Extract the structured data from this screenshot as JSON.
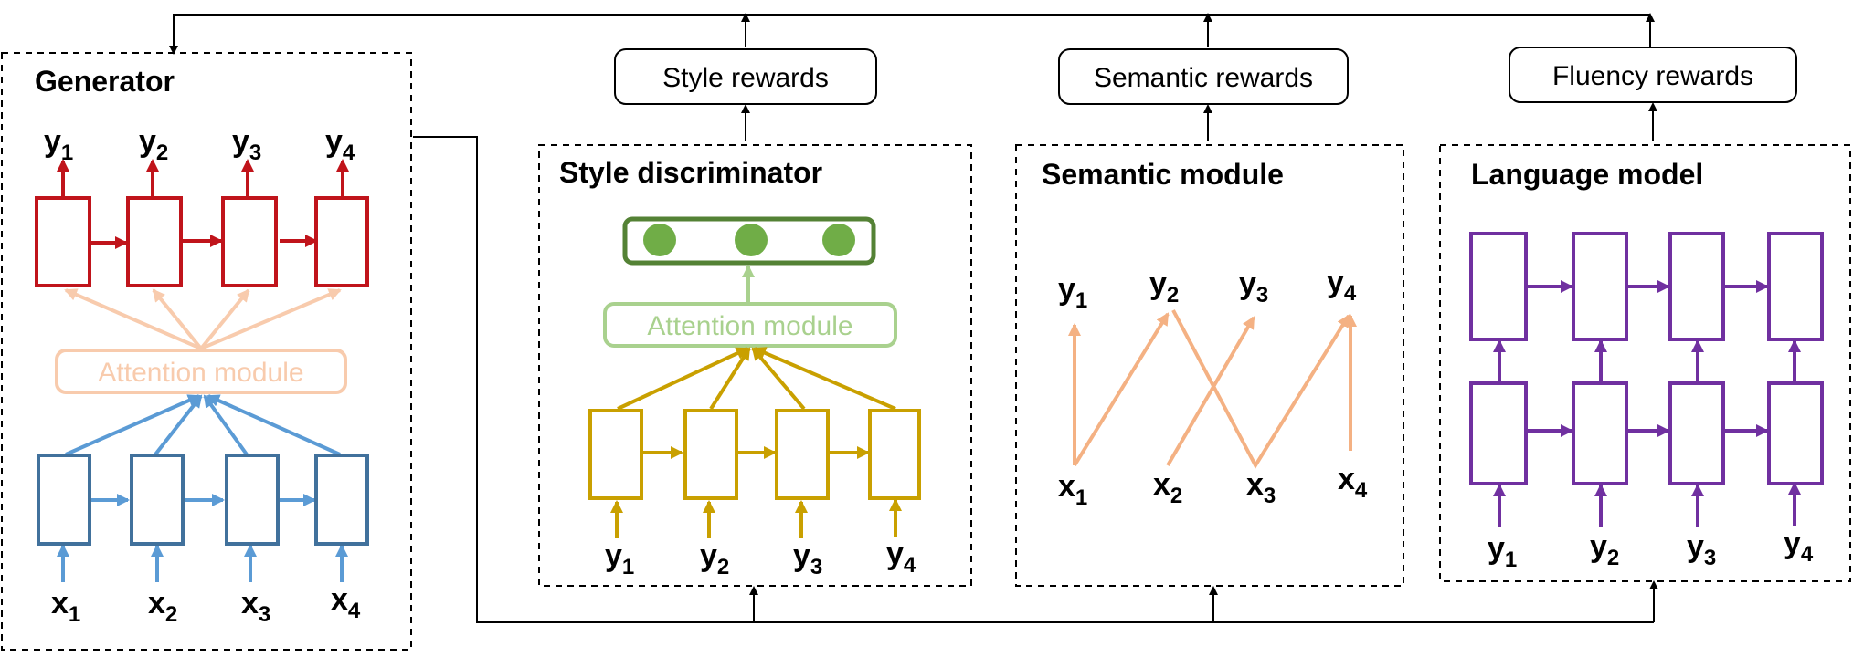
{
  "colors": {
    "generator_rnn": "#C0141B",
    "generator_encoder": "#41719C",
    "generator_attention": "#F8CBAD",
    "blue_arrow": "#5B9BD5",
    "style_rnn": "#C9A000",
    "style_attention": "#A9D18E",
    "style_classifier": "#548235",
    "style_dot": "#70AD47",
    "semantic_lines": "#F4B183",
    "lm_rnn": "#7030A0",
    "line": "#000000"
  },
  "generator": {
    "title": "Generator",
    "attention_label": "Attention module",
    "outputs": [
      {
        "var": "y",
        "sub": "1"
      },
      {
        "var": "y",
        "sub": "2"
      },
      {
        "var": "y",
        "sub": "3"
      },
      {
        "var": "y",
        "sub": "4"
      }
    ],
    "inputs": [
      {
        "var": "x",
        "sub": "1"
      },
      {
        "var": "x",
        "sub": "2"
      },
      {
        "var": "x",
        "sub": "3"
      },
      {
        "var": "x",
        "sub": "4"
      }
    ]
  },
  "style": {
    "title": "Style discriminator",
    "reward": "Style rewards",
    "attention_label": "Attention module",
    "inputs": [
      {
        "var": "y",
        "sub": "1"
      },
      {
        "var": "y",
        "sub": "2"
      },
      {
        "var": "y",
        "sub": "3"
      },
      {
        "var": "y",
        "sub": "4"
      }
    ]
  },
  "semantic": {
    "title": "Semantic module",
    "reward": "Semantic rewards",
    "top": [
      {
        "var": "y",
        "sub": "1"
      },
      {
        "var": "y",
        "sub": "2"
      },
      {
        "var": "y",
        "sub": "3"
      },
      {
        "var": "y",
        "sub": "4"
      }
    ],
    "bottom": [
      {
        "var": "x",
        "sub": "1"
      },
      {
        "var": "x",
        "sub": "2"
      },
      {
        "var": "x",
        "sub": "3"
      },
      {
        "var": "x",
        "sub": "4"
      }
    ]
  },
  "lm": {
    "title": "Language model",
    "reward": "Fluency rewards",
    "inputs": [
      {
        "var": "y",
        "sub": "1"
      },
      {
        "var": "y",
        "sub": "2"
      },
      {
        "var": "y",
        "sub": "3"
      },
      {
        "var": "y",
        "sub": "4"
      }
    ]
  }
}
